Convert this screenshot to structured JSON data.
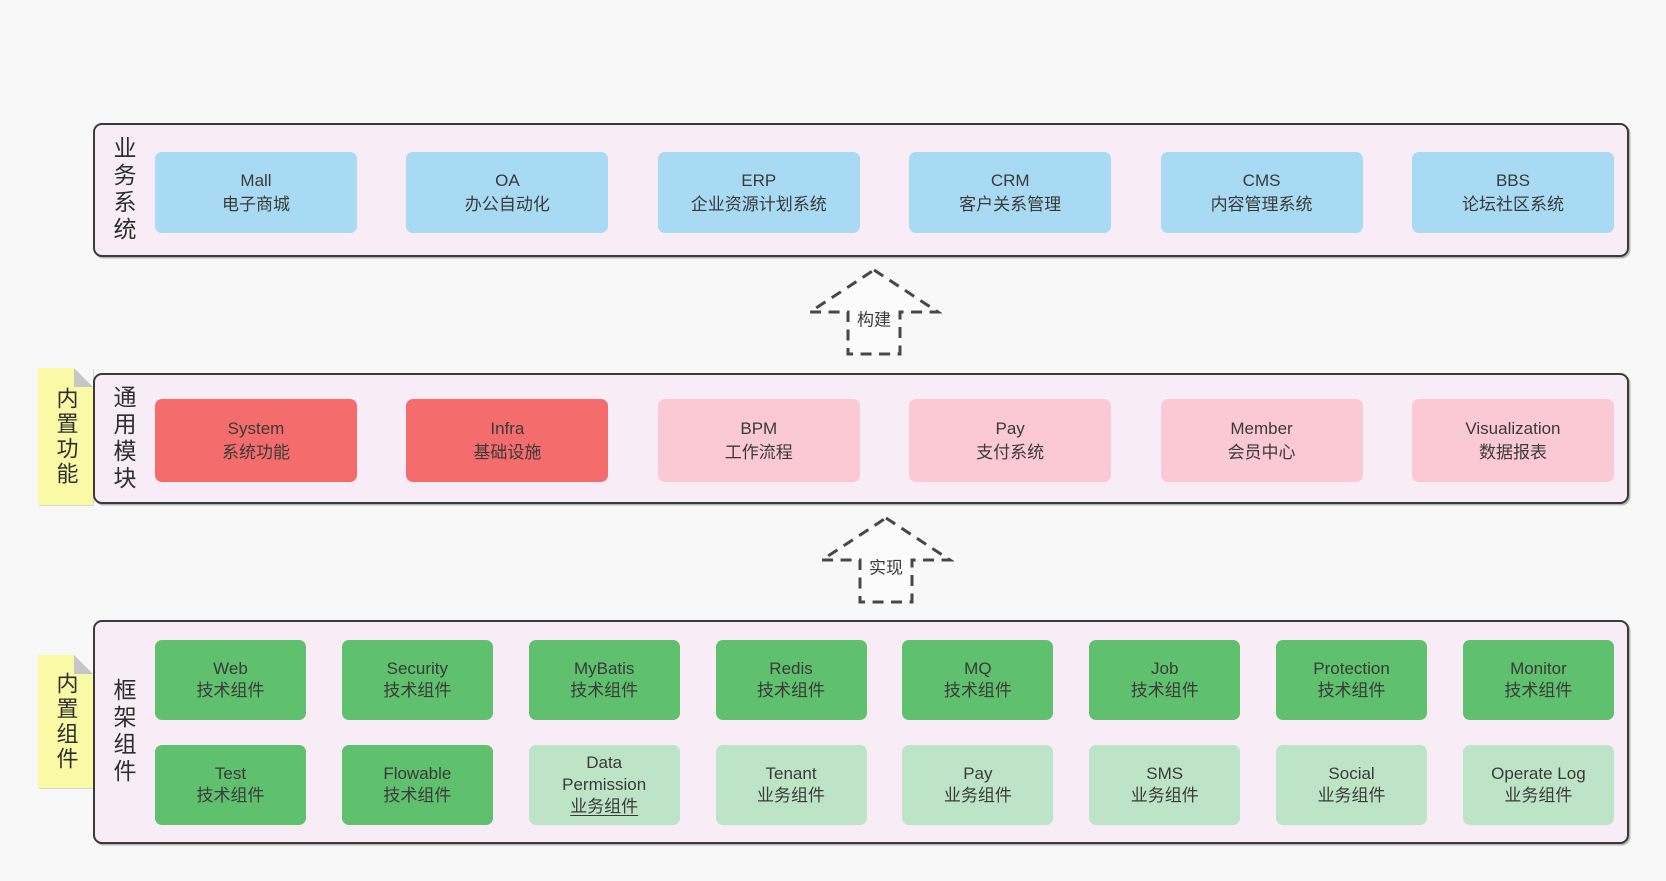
{
  "colors": {
    "page_background": "#f8f8f8",
    "panel_background": "#f8edf7",
    "panel_border": "#3a3a3a",
    "blue_box": "#a8daf4",
    "red_box": "#f56c6c",
    "pink_box": "#fbc9d3",
    "green_box": "#5fc06d",
    "light_green_box": "#bee4c8",
    "sticky_yellow": "#fafaa6",
    "sticky_fold": "#c6c6c6"
  },
  "arrows": [
    {
      "label": "构建"
    },
    {
      "label": "实现"
    }
  ],
  "sections": {
    "business": {
      "label": "业务系统",
      "boxes": [
        {
          "name": "Mall",
          "subtitle": "电子商城",
          "variant": "blue"
        },
        {
          "name": "OA",
          "subtitle": "办公自动化",
          "variant": "blue"
        },
        {
          "name": "ERP",
          "subtitle": "企业资源计划系统",
          "variant": "blue"
        },
        {
          "name": "CRM",
          "subtitle": "客户关系管理",
          "variant": "blue"
        },
        {
          "name": "CMS",
          "subtitle": "内容管理系统",
          "variant": "blue"
        },
        {
          "name": "BBS",
          "subtitle": "论坛社区系统",
          "variant": "blue"
        }
      ]
    },
    "modules": {
      "label": "通用模块",
      "sticky": "内置功能",
      "boxes": [
        {
          "name": "System",
          "subtitle": "系统功能",
          "variant": "red"
        },
        {
          "name": "Infra",
          "subtitle": "基础设施",
          "variant": "red"
        },
        {
          "name": "BPM",
          "subtitle": "工作流程",
          "variant": "pink"
        },
        {
          "name": "Pay",
          "subtitle": "支付系统",
          "variant": "pink"
        },
        {
          "name": "Member",
          "subtitle": "会员中心",
          "variant": "pink"
        },
        {
          "name": "Visualization",
          "subtitle": "数据报表",
          "variant": "pink"
        }
      ]
    },
    "components": {
      "label": "框架组件",
      "sticky": "内置组件",
      "rows": [
        [
          {
            "name": "Web",
            "subtitle": "技术组件",
            "variant": "green"
          },
          {
            "name": "Security",
            "subtitle": "技术组件",
            "variant": "green"
          },
          {
            "name": "MyBatis",
            "subtitle": "技术组件",
            "variant": "green"
          },
          {
            "name": "Redis",
            "subtitle": "技术组件",
            "variant": "green"
          },
          {
            "name": "MQ",
            "subtitle": "技术组件",
            "variant": "green"
          },
          {
            "name": "Job",
            "subtitle": "技术组件",
            "variant": "green"
          },
          {
            "name": "Protection",
            "subtitle": "技术组件",
            "variant": "green"
          },
          {
            "name": "Monitor",
            "subtitle": "技术组件",
            "variant": "green"
          }
        ],
        [
          {
            "name": "Test",
            "subtitle": "技术组件",
            "variant": "green"
          },
          {
            "name": "Flowable",
            "subtitle": "技术组件",
            "variant": "green"
          },
          {
            "name": "Data\nPermission",
            "subtitle": "业务组件",
            "variant": "lightgreen",
            "underline": true
          },
          {
            "name": "Tenant",
            "subtitle": "业务组件",
            "variant": "lightgreen"
          },
          {
            "name": "Pay",
            "subtitle": "业务组件",
            "variant": "lightgreen"
          },
          {
            "name": "SMS",
            "subtitle": "业务组件",
            "variant": "lightgreen"
          },
          {
            "name": "Social",
            "subtitle": "业务组件",
            "variant": "lightgreen"
          },
          {
            "name": "Operate Log",
            "subtitle": "业务组件",
            "variant": "lightgreen"
          }
        ]
      ]
    }
  }
}
